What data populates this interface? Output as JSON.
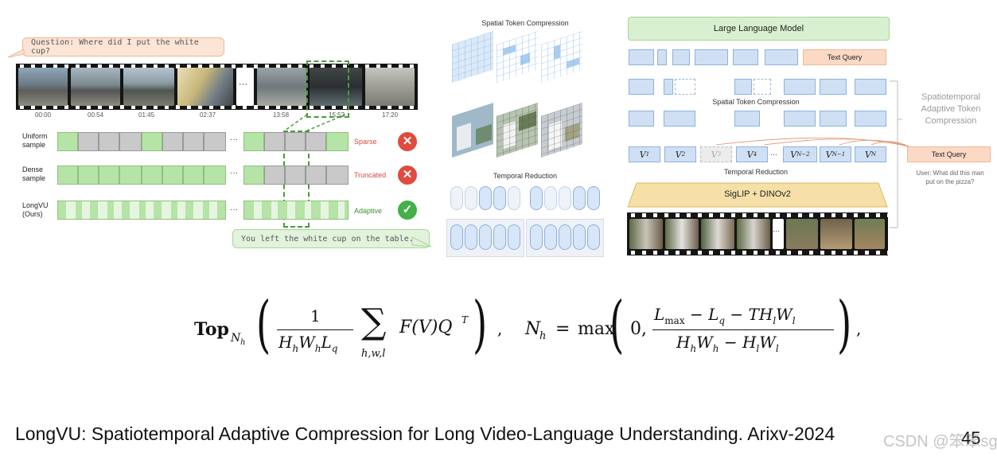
{
  "left_figure": {
    "question": "Question: Where did I put the white cup?",
    "answer": "You left the white cup on the table.",
    "ellipsis": "···",
    "timestamps": [
      "00:00",
      "00:54",
      "01:45",
      "02:37",
      "13:58",
      "15:52",
      "17:20"
    ],
    "rows": [
      {
        "label_line1": "Uniform",
        "label_line2": "sample",
        "status": "Sparse",
        "result": "cross"
      },
      {
        "label_line1": "Dense",
        "label_line2": "sample",
        "status": "Truncated",
        "result": "cross"
      },
      {
        "label_line1": "LongVU",
        "label_line2": "(Ours)",
        "status": "Adaptive",
        "result": "check"
      }
    ]
  },
  "middle_figure": {
    "spatial_title": "Spatial Token Compression",
    "temporal_title": "Temporal Reduction"
  },
  "right_figure": {
    "llm_label": "Large Language Model",
    "text_query_top": "Text Query",
    "spatial_label": "Spatial Token Compression",
    "side_label_line1": "Spatiotemporal",
    "side_label_line2": "Adaptive Token",
    "side_label_line3": "Compression",
    "text_query_side": "Text Query",
    "user_question_line1": "User: What did this man",
    "user_question_line2": "put on the pizza?",
    "temporal_label": "Temporal Reduction",
    "encoder_label": "SigLIP + DINOv2",
    "tokens": [
      {
        "base": "V",
        "sub": "1"
      },
      {
        "base": "V",
        "sub": "2"
      },
      {
        "base": "V",
        "sub": "3"
      },
      {
        "base": "V",
        "sub": "4"
      },
      {
        "base": "V",
        "sub": "N−2"
      },
      {
        "base": "V",
        "sub": "N−1"
      },
      {
        "base": "V",
        "sub": "N"
      }
    ],
    "ellipsis": "···"
  },
  "formula": {
    "top_bold": "Top",
    "top_sub": "N",
    "top_subsub": "h",
    "frac1_num": "1",
    "frac1_den": "H",
    "sum_sub": "h,w,l",
    "fv": "F(V)Q",
    "fv_sup": "T",
    "nh": "N",
    "nh_sub": "h",
    "max": "max",
    "zero": "0,",
    "frac2_num": "L",
    "frac2_den": "H"
  },
  "citation": "LongVU: Spatiotemporal Adaptive Compression for Long Video-Language Understanding. Arixv-2024",
  "page_number": "45",
  "watermark": "CSDN @笨笨sg",
  "colors": {
    "green": "#b6e3a6",
    "gray": "#c9c9c9",
    "red": "#e04a3f",
    "check": "#43b049",
    "llm": "#d9f0d0",
    "query": "#fbd9c5",
    "encoder": "#f6e0a8"
  }
}
